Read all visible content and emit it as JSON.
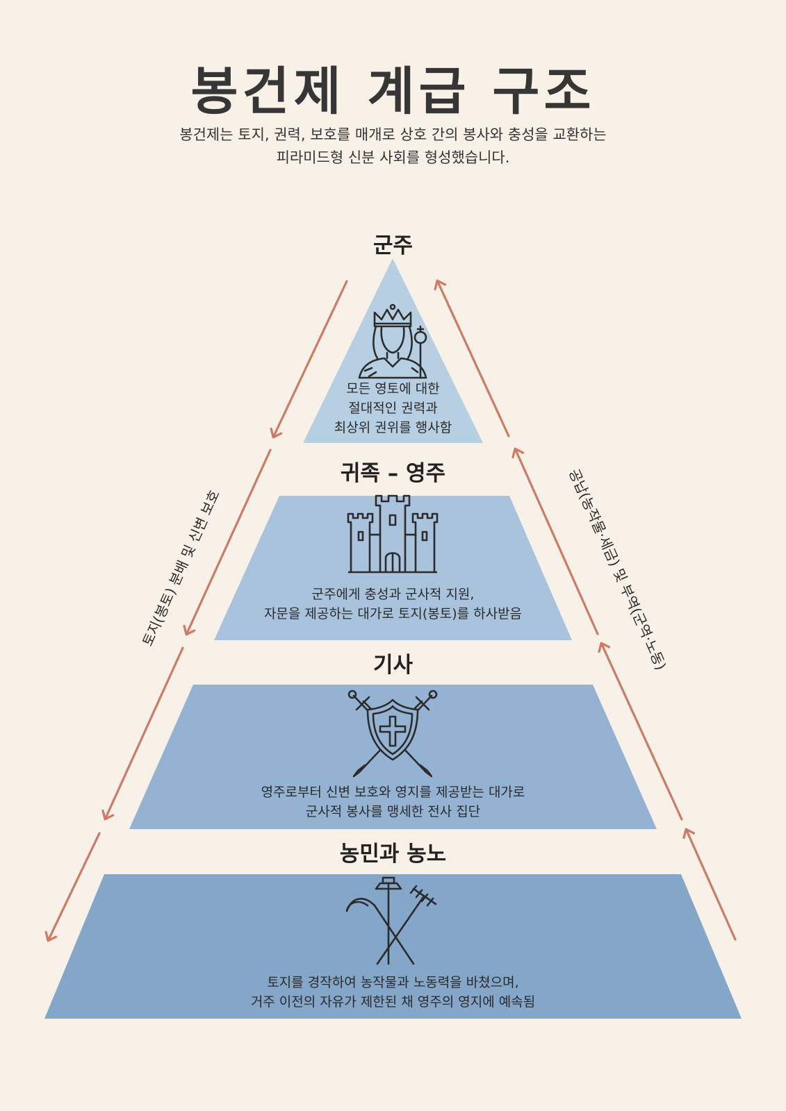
{
  "title": "봉건제 계급 구조",
  "subtitle": {
    "line1": "봉건제는 토지, 권력, 보호를 매개로 상호 간의 봉사와 충성을 교환하는",
    "line2": "피라미드형 신분 사회를 형성했습니다."
  },
  "tiers": [
    {
      "name": "군주",
      "icon": "crowned-king-icon",
      "desc": [
        "모든 영토에 대한",
        "절대적인 권력과",
        "최상위 권위를 행사함"
      ],
      "color": "#b7cfe3"
    },
    {
      "name": "귀족 – 영주",
      "icon": "castle-icon",
      "desc": [
        "군주에게 충성과 군사적 지원,",
        "자문을 제공하는 대가로 토지(봉토)를 하사받음"
      ],
      "color": "#a9c3dd"
    },
    {
      "name": "기사",
      "icon": "shield-swords-icon",
      "desc": [
        "영주로부터 신변 보호와 영지를 제공받는 대가로",
        "군사적 봉사를 맹세한 전사 집단"
      ],
      "color": "#94b3d2"
    },
    {
      "name": "농민과 농노",
      "icon": "farm-tools-icon",
      "desc": [
        "토지를 경작하여 농작물과 노동력을 바쳤으며,",
        "거주 이전의 자유가 제한된 채 영주의 영지에 예속됨"
      ],
      "color": "#84a6c8"
    }
  ],
  "flows": {
    "down_label": "토지(봉토) 분배 및 신변 보호",
    "up_label": "공납(농작물·세금) 및 부역(군역·노동)",
    "arrow_color": "#cf7a63"
  }
}
